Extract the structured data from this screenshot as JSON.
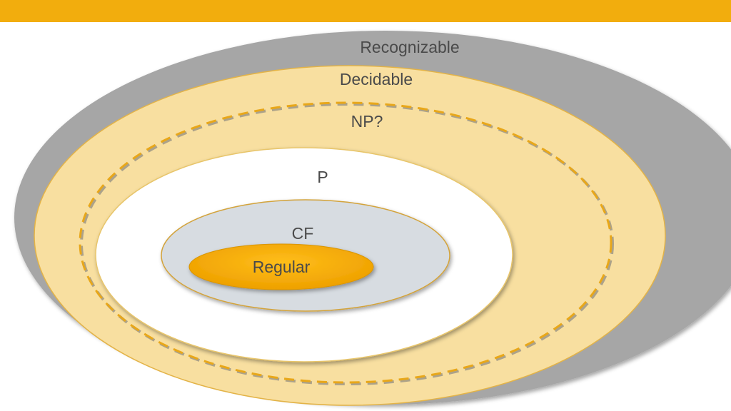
{
  "colors": {
    "banner": "#f2ad0d",
    "recognizable_fill": "#a6a6a6",
    "decidable_fill": "#f8dfa0",
    "np_dash": "#e8a71a",
    "p_fill": "#ffffff",
    "cf_fill": "#d7dce1",
    "regular_fill": "#f2a900"
  },
  "regions": {
    "recognizable": "Recognizable",
    "decidable": "Decidable",
    "np": "NP?",
    "p": "P",
    "cf": "CF",
    "regular": "Regular"
  }
}
